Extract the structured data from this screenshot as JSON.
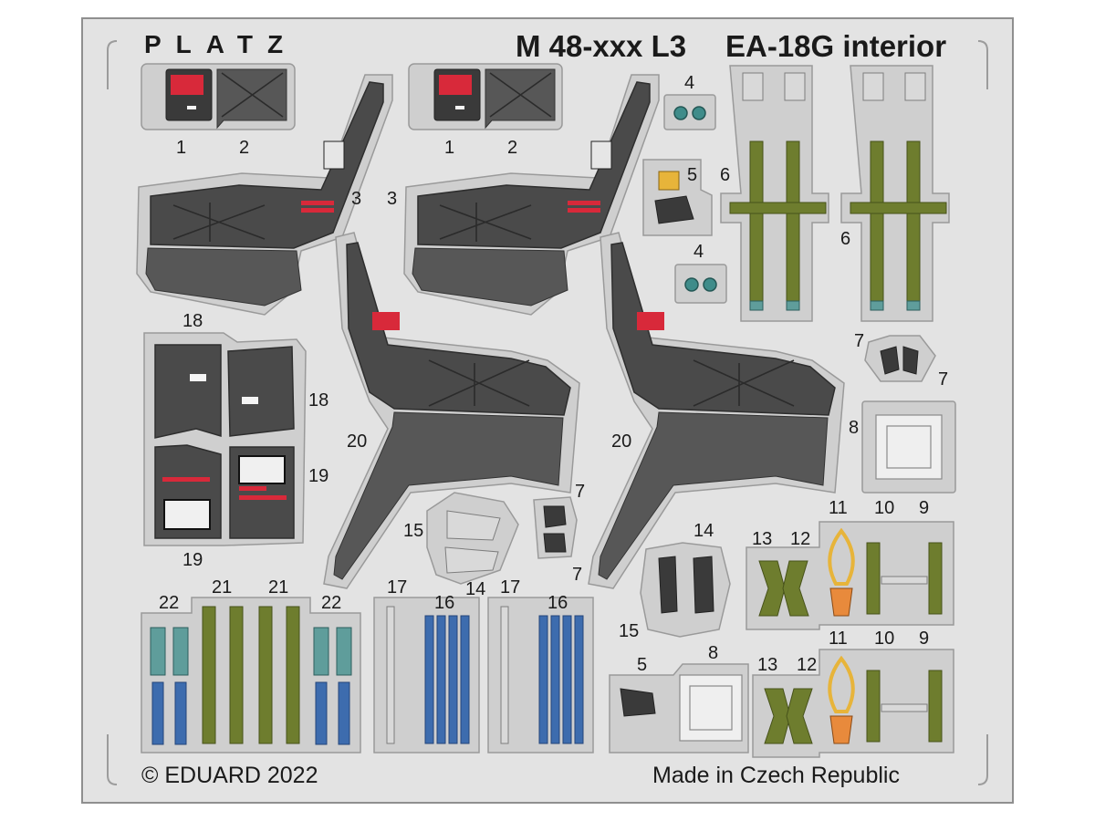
{
  "header": {
    "brand": "PLATZ",
    "set_code": "M 48-xxx L3",
    "set_title": "EA-18G interior"
  },
  "footer": {
    "copyright": "© EDUARD 2022",
    "origin": "Made in Czech Republic"
  },
  "part_numbers": [
    "1",
    "2",
    "1",
    "2",
    "3",
    "3",
    "4",
    "4",
    "5",
    "6",
    "6",
    "18",
    "18",
    "19",
    "19",
    "20",
    "20",
    "7",
    "7",
    "7",
    "7",
    "8",
    "14",
    "15",
    "15",
    "14",
    "11",
    "10",
    "9",
    "13",
    "12",
    "22",
    "21",
    "21",
    "22",
    "17",
    "16",
    "17",
    "16",
    "5",
    "8",
    "13",
    "12",
    "11",
    "10",
    "9"
  ],
  "colors": {
    "fret": "#e3e3e3",
    "plate": "#cfcfcf",
    "console": "#4a4a4a",
    "olive": "#6e7d2e",
    "blue": "#3d6cae",
    "teal": "#3f8c8a",
    "red": "#d8293a",
    "yellow": "#e7b43a",
    "orange": "#e88a3c"
  }
}
